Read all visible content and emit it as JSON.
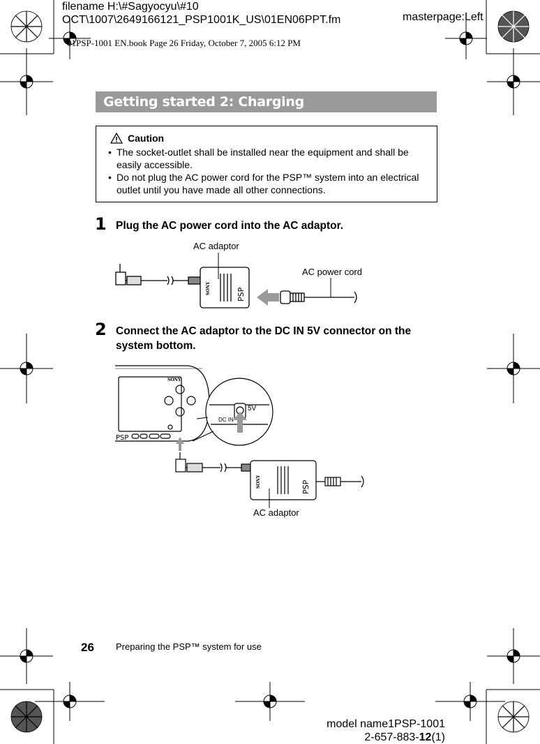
{
  "header": {
    "filename_line1": "filename H:\\#Sagyocyu\\#10",
    "filename_line2": "OCT\\1007\\2649166121_PSP1001K_US\\01EN06PPT.fm",
    "masterpage": "masterpage:Left",
    "book_info": "01PSP-1001 EN.book  Page 26  Friday, October 7, 2005  6:12 PM"
  },
  "section": {
    "title": "Getting started 2: Charging"
  },
  "caution": {
    "title": "Caution",
    "bullets": [
      [
        "The socket-outlet shall be installed near the equipment and shall be",
        "easily accessible."
      ],
      [
        "Do not plug the AC power cord for the PSP™ system into an electrical",
        "outlet until you have made all other connections."
      ]
    ]
  },
  "steps": [
    {
      "number": "1",
      "text": "Plug the AC power cord into the AC adaptor."
    },
    {
      "number": "2",
      "text_line1": "Connect the AC adaptor to the DC IN 5V connector on the",
      "text_line2": "system bottom."
    }
  ],
  "figure1": {
    "adaptor_label": "AC adaptor",
    "cord_label": "AC power cord",
    "brand": "SONY",
    "logo": "PSP"
  },
  "figure2": {
    "adaptor_label": "AC adaptor",
    "port_label": "DC IN",
    "voltage_label": "5V",
    "brand": "SONY",
    "logo": "PSP"
  },
  "footer": {
    "page_number": "26",
    "section_text": "Preparing the PSP™ system for use",
    "model_line1": "model name1PSP-1001",
    "model_line2_prefix": "2-657-883-",
    "model_line2_bold": "12",
    "model_line2_suffix": "(1)"
  }
}
